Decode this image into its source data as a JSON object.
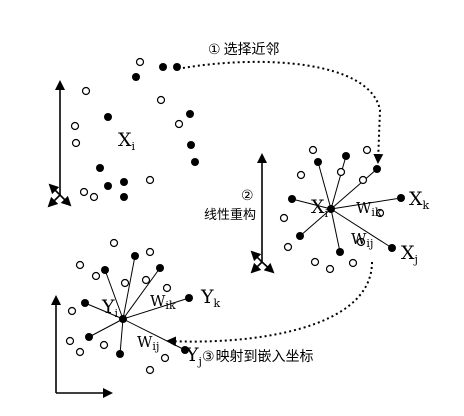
{
  "steps": {
    "s1": {
      "number": "①",
      "text": "选择近邻"
    },
    "s2": {
      "number": "②",
      "text": "线性重构"
    },
    "s3": {
      "number": "③",
      "text": "映射到嵌入坐标"
    }
  },
  "labels": {
    "Xi": {
      "main": "X",
      "sub": "i"
    },
    "Xj": {
      "main": "X",
      "sub": "j"
    },
    "Xk": {
      "main": "X",
      "sub": "k"
    },
    "Yi": {
      "main": "Y",
      "sub": "i"
    },
    "Yj": {
      "main": "Y",
      "sub": "j"
    },
    "Yk": {
      "main": "Y",
      "sub": "k"
    },
    "wik_top": {
      "main": "W",
      "sub": "ik"
    },
    "wij_top": {
      "main": "W",
      "sub": "ij"
    },
    "wik_bot": {
      "main": "W",
      "sub": "ik"
    },
    "wij_bot": {
      "main": "W",
      "sub": "ij"
    }
  },
  "colors": {
    "ink": "#000000",
    "background": "#ffffff"
  }
}
